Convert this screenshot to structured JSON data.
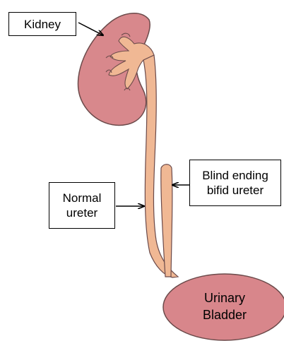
{
  "labels": {
    "kidney": "Kidney",
    "normal_ureter": [
      "Normal",
      "ureter"
    ],
    "bifid_ureter": [
      "Blind ending",
      "bifid ureter"
    ],
    "bladder": [
      "Urinary",
      "Bladder"
    ]
  },
  "colors": {
    "kidney_fill": "#d8888c",
    "bladder_fill": "#d8868b",
    "ureter_fill": "#f0b894",
    "outline": "#6b4a4a",
    "arrow": "#000000"
  }
}
